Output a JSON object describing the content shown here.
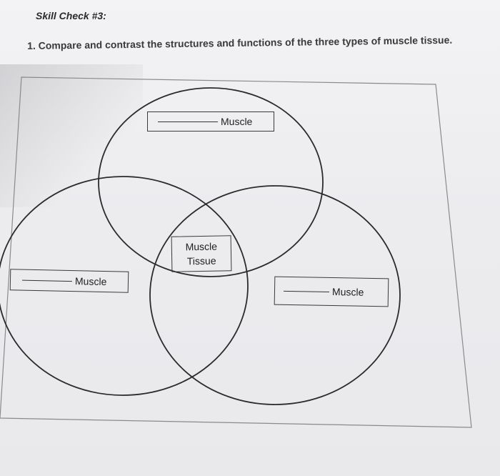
{
  "worksheet": {
    "heading": "Skill Check #3:",
    "question": "1. Compare and contrast the structures and functions of the three types of muscle tissue."
  },
  "venn": {
    "top_label": "Muscle",
    "left_label": "Muscle",
    "right_label": "Muscle",
    "center_label_line1": "Muscle",
    "center_label_line2": "Tissue"
  }
}
